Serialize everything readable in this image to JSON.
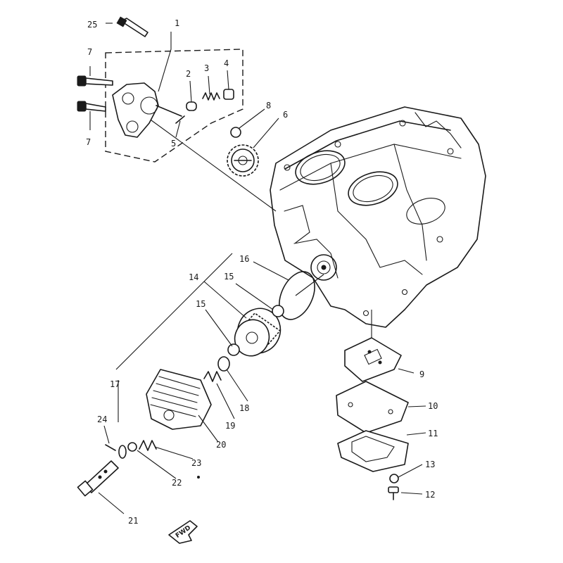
{
  "diagram": {
    "front_marker": "FWD",
    "callouts": [
      {
        "id": "1",
        "label": "1"
      },
      {
        "id": "2",
        "label": "2"
      },
      {
        "id": "3",
        "label": "3"
      },
      {
        "id": "4",
        "label": "4"
      },
      {
        "id": "5",
        "label": "5"
      },
      {
        "id": "6",
        "label": "6"
      },
      {
        "id": "7a",
        "label": "7"
      },
      {
        "id": "7b",
        "label": "7"
      },
      {
        "id": "8",
        "label": "8"
      },
      {
        "id": "9",
        "label": "9"
      },
      {
        "id": "10",
        "label": "10"
      },
      {
        "id": "11",
        "label": "11"
      },
      {
        "id": "12",
        "label": "12"
      },
      {
        "id": "13",
        "label": "13"
      },
      {
        "id": "14",
        "label": "14"
      },
      {
        "id": "15a",
        "label": "15"
      },
      {
        "id": "15b",
        "label": "15"
      },
      {
        "id": "16",
        "label": "16"
      },
      {
        "id": "17",
        "label": "17"
      },
      {
        "id": "18",
        "label": "18"
      },
      {
        "id": "19",
        "label": "19"
      },
      {
        "id": "20",
        "label": "20"
      },
      {
        "id": "21",
        "label": "21"
      },
      {
        "id": "22",
        "label": "22"
      },
      {
        "id": "23",
        "label": "23"
      },
      {
        "id": "24",
        "label": "24"
      },
      {
        "id": "25",
        "label": "25"
      }
    ]
  }
}
